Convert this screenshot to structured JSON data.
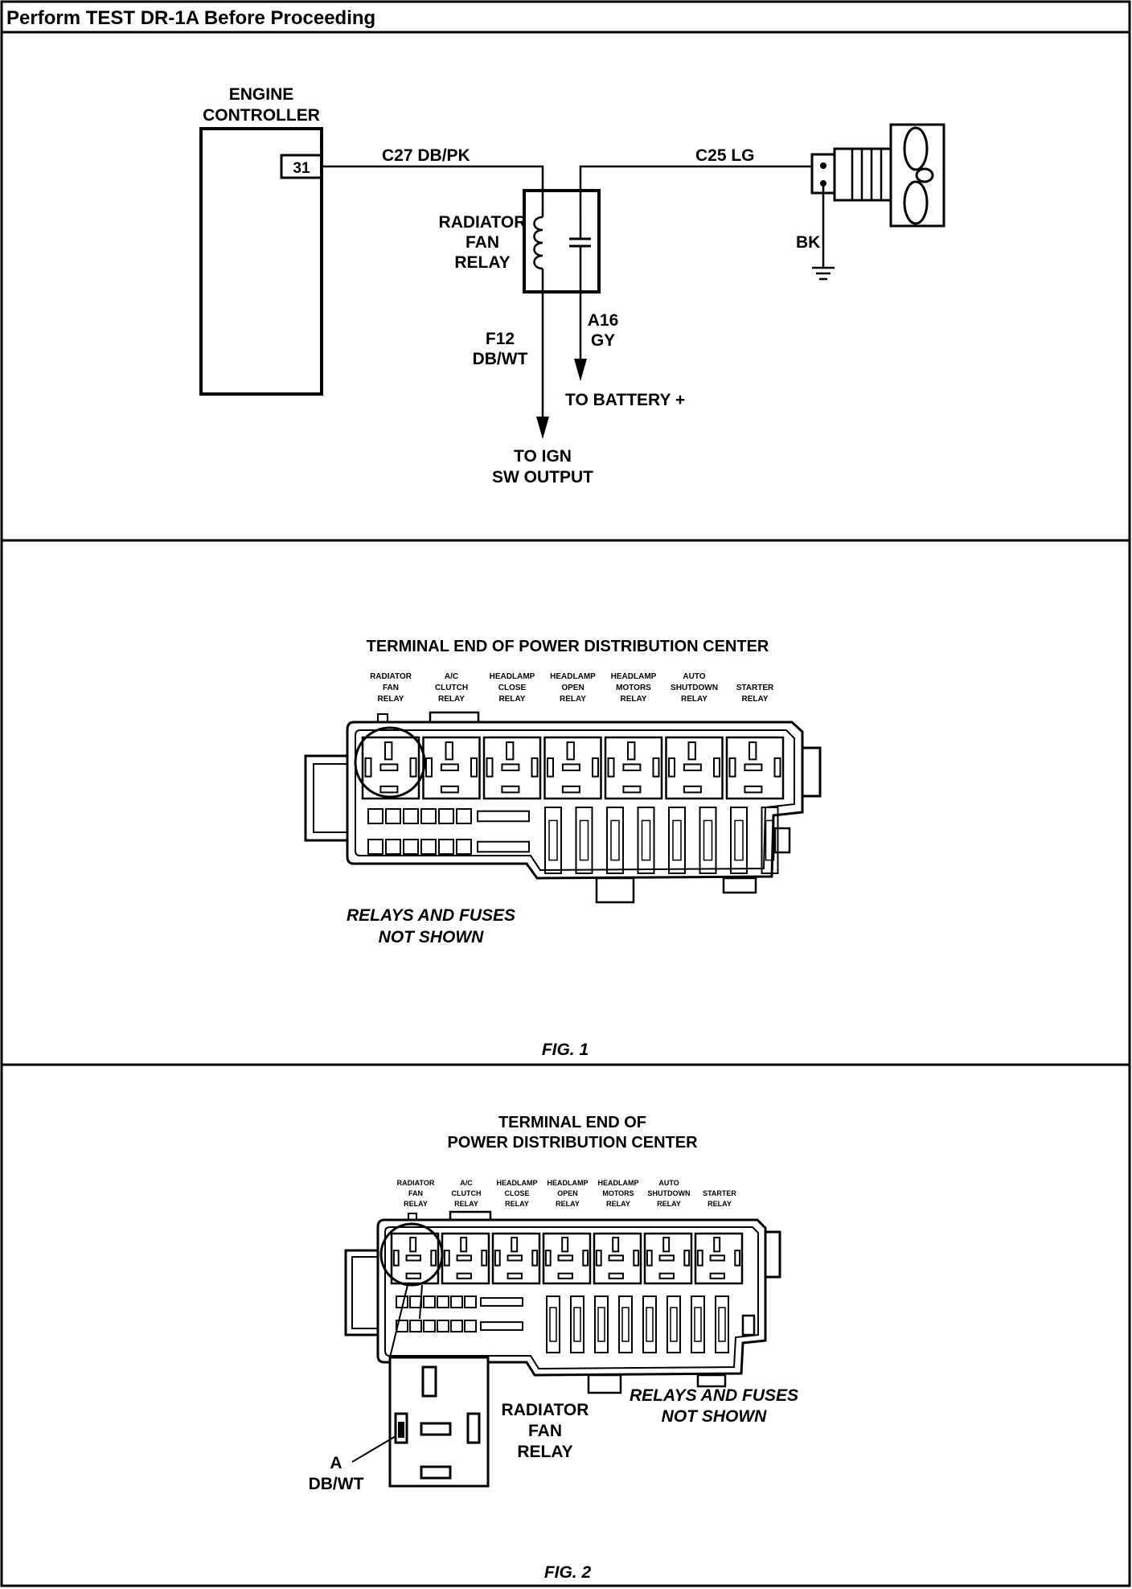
{
  "header": {
    "title": "Perform TEST DR-1A Before Proceeding"
  },
  "schematic": {
    "engine_controller": [
      "ENGINE",
      "CONTROLLER"
    ],
    "pin": "31",
    "wire_c27": "C27 DB/PK",
    "wire_c25": "C25 LG",
    "relay_label": [
      "RADIATOR",
      "FAN",
      "RELAY"
    ],
    "wire_f12": [
      "F12",
      "DB/WT"
    ],
    "wire_a16": [
      "A16",
      "GY"
    ],
    "ground_wire": "BK",
    "to_battery": "TO BATTERY +",
    "to_ign": [
      "TO IGN",
      "SW OUTPUT"
    ]
  },
  "fig1": {
    "title": "TERMINAL END OF POWER DISTRIBUTION CENTER",
    "relays": [
      [
        "RADIATOR",
        "FAN",
        "RELAY"
      ],
      [
        "A/C",
        "CLUTCH",
        "RELAY"
      ],
      [
        "HEADLAMP",
        "CLOSE",
        "RELAY"
      ],
      [
        "HEADLAMP",
        "OPEN",
        "RELAY"
      ],
      [
        "HEADLAMP",
        "MOTORS",
        "RELAY"
      ],
      [
        "AUTO",
        "SHUTDOWN",
        "RELAY"
      ],
      [
        "STARTER",
        "RELAY"
      ]
    ],
    "note": [
      "RELAYS AND FUSES",
      "NOT SHOWN"
    ],
    "caption": "FIG. 1"
  },
  "fig2": {
    "title": [
      "TERMINAL END OF",
      "POWER DISTRIBUTION CENTER"
    ],
    "relays": [
      [
        "RADIATOR",
        "FAN",
        "RELAY"
      ],
      [
        "A/C",
        "CLUTCH",
        "RELAY"
      ],
      [
        "HEADLAMP",
        "CLOSE",
        "RELAY"
      ],
      [
        "HEADLAMP",
        "OPEN",
        "RELAY"
      ],
      [
        "HEADLAMP",
        "MOTORS",
        "RELAY"
      ],
      [
        "AUTO",
        "SHUTDOWN",
        "RELAY"
      ],
      [
        "STARTER",
        "RELAY"
      ]
    ],
    "relay_callout": [
      "RADIATOR",
      "FAN",
      "RELAY"
    ],
    "terminal_callout": [
      "A",
      "DB/WT"
    ],
    "note": [
      "RELAYS AND FUSES",
      "NOT SHOWN"
    ],
    "caption": "FIG. 2"
  }
}
